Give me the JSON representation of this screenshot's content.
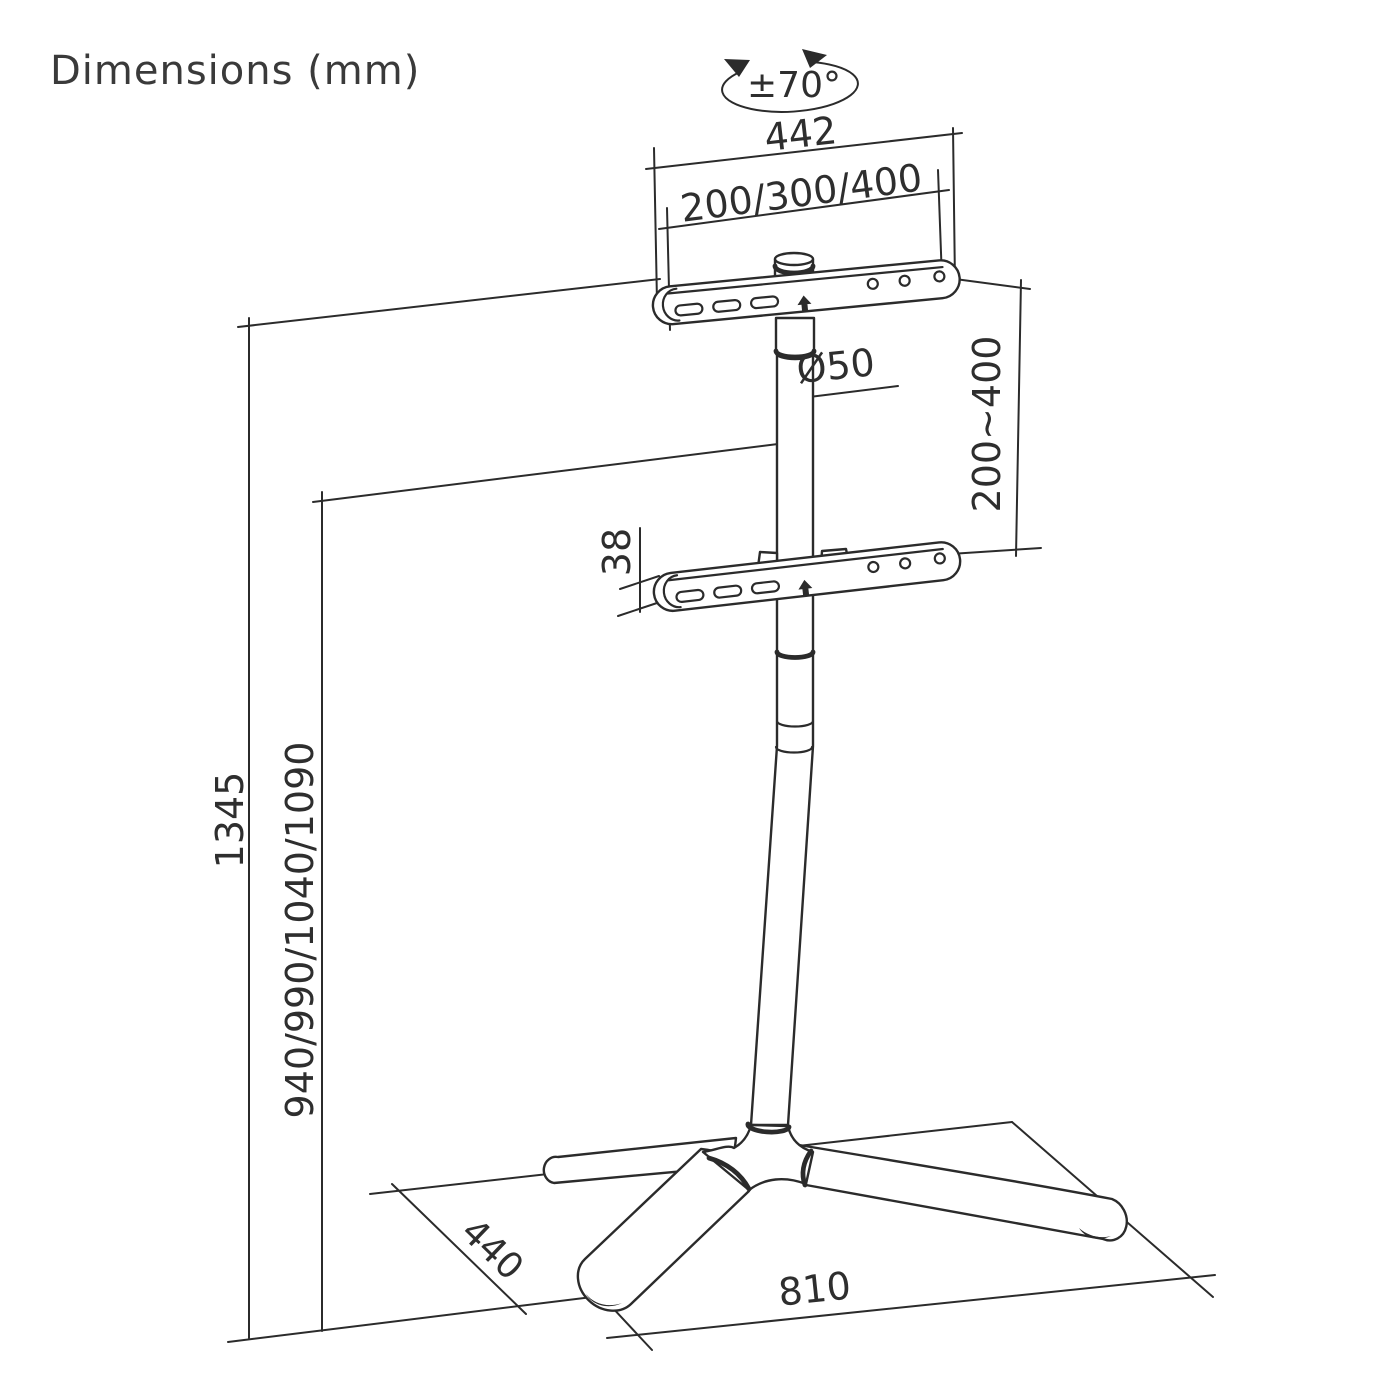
{
  "title": "Dimensions (mm)",
  "colors": {
    "line": "#2b2b2b",
    "text": "#2e2e2e",
    "background": "#ffffff"
  },
  "drawing": {
    "type": "technical-dimension-drawing",
    "subject": "TV floor stand with swivel bracket and tripod base",
    "unit": "mm",
    "annotations": {
      "swivel_range": "±70°",
      "bracket_width": "442",
      "vesa_widths": "200/300/400",
      "pole_diameter": "Ø50",
      "vesa_height_range": "200~400",
      "bracket_depth": "38",
      "total_height": "1345",
      "display_center_heights": "940/990/1040/1090",
      "base_depth": "440",
      "base_width": "810"
    }
  }
}
